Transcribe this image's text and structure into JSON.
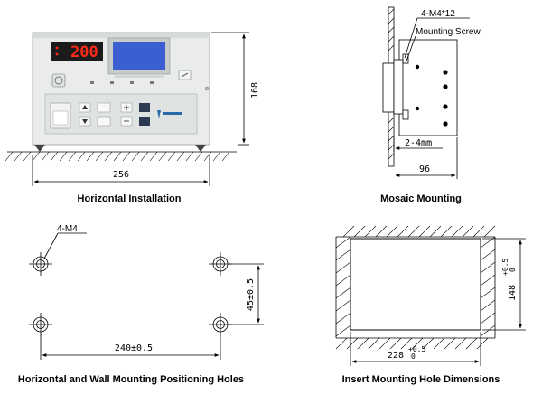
{
  "panels": {
    "horizontal_installation": {
      "caption": "Horizontal Installation",
      "width_dim": "256",
      "height_dim": "168",
      "display_value": "200",
      "colors": {
        "body": "#e9ecea",
        "panel": "#dfe3e1",
        "display_bg": "#1b1b1b",
        "lcd": "#3b5fd0",
        "segment": "#ff2a1a"
      }
    },
    "mosaic_mounting": {
      "caption": "Mosaic Mounting",
      "screw_spec": "4-M4*12",
      "screw_label": "Mounting Screw",
      "thickness_dim": "2-4mm",
      "depth_dim": "96"
    },
    "positioning_holes": {
      "caption": "Horizontal and Wall Mounting Positioning Holes",
      "hole_spec": "4-M4",
      "horizontal_dim": "240±0.5",
      "vertical_dim": "45±0.5"
    },
    "insert_hole": {
      "caption": "Insert Mounting Hole Dimensions",
      "width_dim": "228",
      "width_tol_upper": "+0.5",
      "width_tol_lower": "0",
      "height_dim": "148",
      "height_tol_upper": "+0.5",
      "height_tol_lower": "0"
    }
  }
}
